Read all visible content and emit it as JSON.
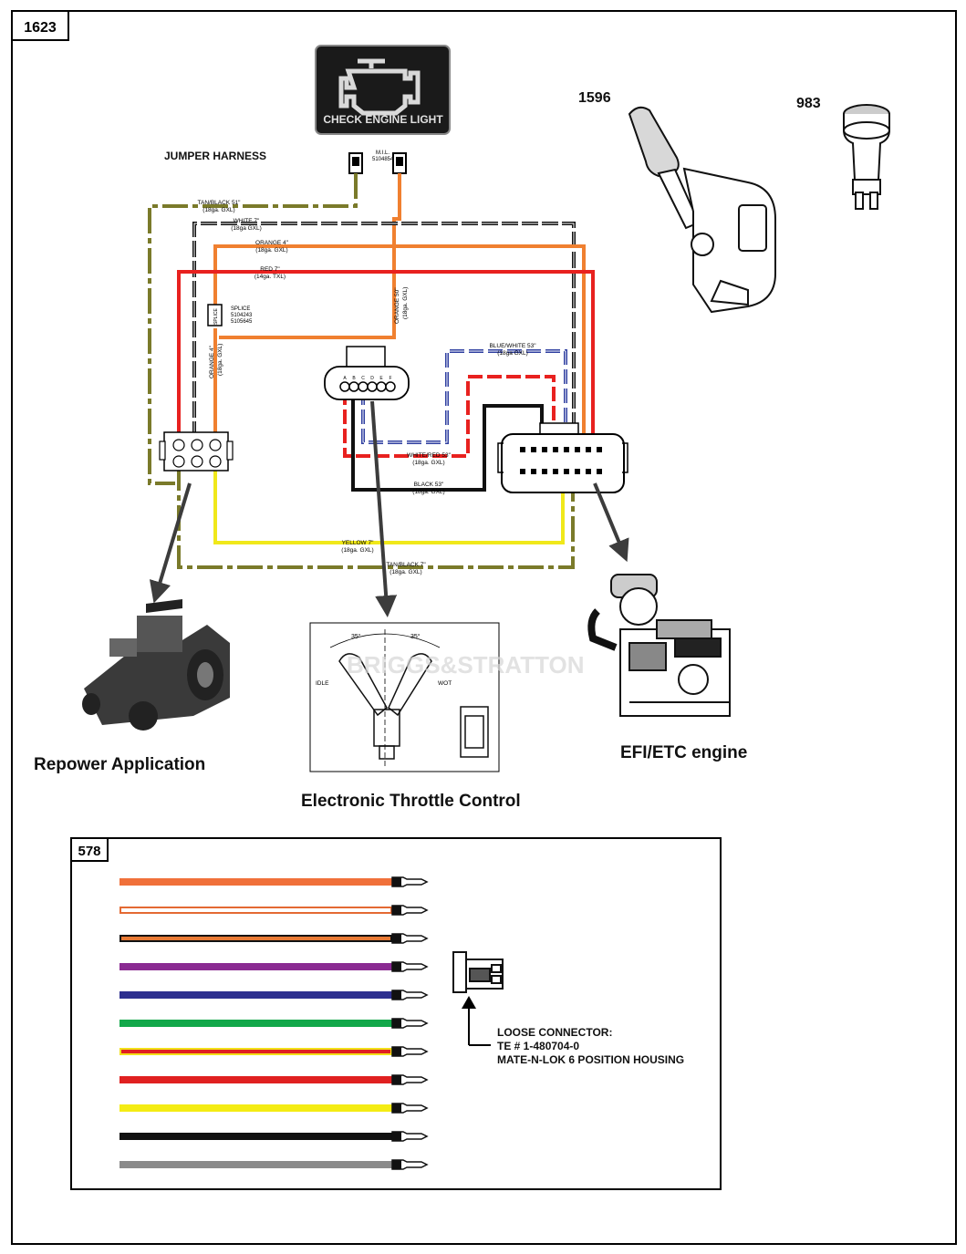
{
  "kit_number": "1623",
  "kit_578_number": "578",
  "part_1596": "1596",
  "part_983": "983",
  "check_engine_label": "CHECK ENGINE LIGHT",
  "jumper_harness": "JUMPER HARNESS",
  "mil": {
    "title": "M.I.L.",
    "part": "5104854"
  },
  "splice": {
    "tag": "SPLICE",
    "title": "SPLICE",
    "part_a": "5104243",
    "part_b": "5105645"
  },
  "wires": {
    "tan_black_top": {
      "name": "TAN/BLACK 51\"",
      "spec": "(18ga. GXL)"
    },
    "white": {
      "name": "WHITE 7\"",
      "spec": "(18ga GXL)"
    },
    "orange_top": {
      "name": "ORANGE 4\"",
      "spec": "(18ga. GXL)"
    },
    "red": {
      "name": "RED 7\"",
      "spec": "(14ga. TXL)"
    },
    "orange_50": {
      "name": "ORANGE 50\"",
      "spec": "(18ga. GXL)"
    },
    "orange_left": {
      "name": "ORANGE 4\"",
      "spec": "(18ga. GXL)"
    },
    "blue_white": {
      "name": "BLUE/WHITE 53\"",
      "spec": "(18ga GXL)"
    },
    "white_red": {
      "name": "WHITE/RED 53\"",
      "spec": "(18ga. GXL)"
    },
    "black": {
      "name": "BLACK 53\"",
      "spec": "(18ga. GXL)"
    },
    "yellow": {
      "name": "YELLOW 7\"",
      "spec": "(18ga. GXL)"
    },
    "tan_black_bottom": {
      "name": "TAN/BLACK 7\"",
      "spec": "(18ga. GXL)"
    }
  },
  "etc_connector_pins": [
    "A",
    "B",
    "C",
    "D",
    "E",
    "F"
  ],
  "throttle_detail": {
    "angle_left": "35°",
    "angle_right": "35°",
    "idle": "IDLE",
    "wot": "WOT"
  },
  "watermark": "BRIGGS&STRATTON",
  "captions": {
    "repower": "Repower Application",
    "etc": "Electronic Throttle Control",
    "engine": "EFI/ETC engine"
  },
  "loose_connector": {
    "line1": "LOOSE CONNECTOR:",
    "line2": "TE # 1-480704-0",
    "line3": "MATE-N-LOK 6 POSITION HOUSING"
  },
  "colors": {
    "tan_black": "#7a7a2a",
    "orange": "#f08030",
    "red": "#e8211f",
    "blue": "#2f3fa0",
    "yellow": "#f0e81a",
    "black": "#111111"
  },
  "lead_wires_578": [
    {
      "color": "#f0703a",
      "stripe": ""
    },
    {
      "color": "#ffffff",
      "stripe": "#e46a33"
    },
    {
      "color": "#e87934",
      "stripe": "#111111"
    },
    {
      "color": "#8a2a92",
      "stripe": ""
    },
    {
      "color": "#2d2f8f",
      "stripe": ""
    },
    {
      "color": "#12a84a",
      "stripe": ""
    },
    {
      "color": "#e02020",
      "stripe": "#f2e01a"
    },
    {
      "color": "#e02020",
      "stripe": ""
    },
    {
      "color": "#f4ec14",
      "stripe": ""
    },
    {
      "color": "#111111",
      "stripe": ""
    },
    {
      "color": "#8a8a8a",
      "stripe": ""
    }
  ]
}
